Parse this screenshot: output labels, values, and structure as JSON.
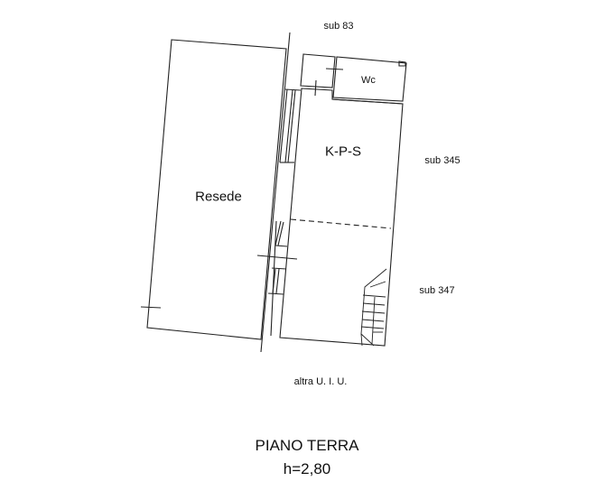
{
  "plan": {
    "rooms": {
      "resede": "Resede",
      "kps": "K-P-S",
      "wc": "Wc"
    },
    "neighbors": {
      "top": "sub 83",
      "right_upper": "sub 345",
      "right_lower": "sub 347",
      "bottom": "altra U. I. U."
    },
    "title": "PIANO TERRA",
    "height": "h=2,80"
  }
}
